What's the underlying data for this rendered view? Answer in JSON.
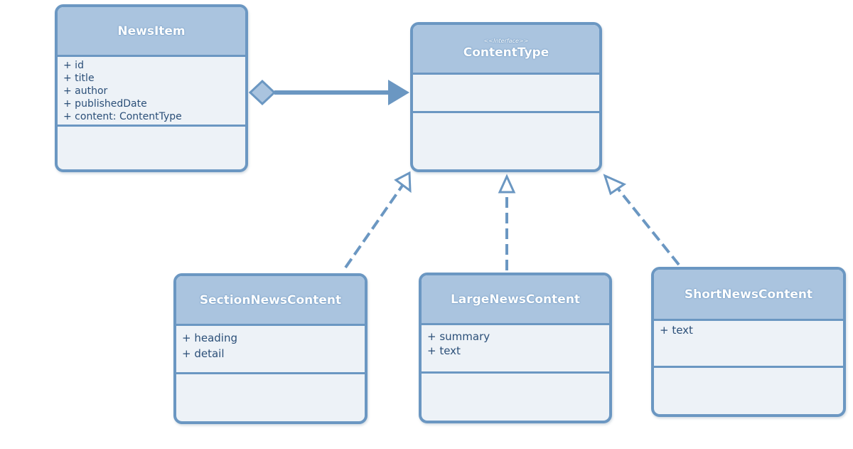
{
  "classes": {
    "news_item": {
      "name": "NewsItem",
      "attributes": [
        "+ id",
        "+ title",
        "+ author",
        "+ publishedDate",
        "+ content: ContentType"
      ]
    },
    "content_type": {
      "stereotype": "<<Interface>>",
      "name": "ContentType"
    },
    "section_news_content": {
      "name": "SectionNewsContent",
      "attributes": [
        "+ heading",
        "+ detail"
      ]
    },
    "large_news_content": {
      "name": "LargeNewsContent",
      "attributes": [
        "+ summary",
        "+ text"
      ]
    },
    "short_news_content": {
      "name": "ShortNewsContent",
      "attributes": [
        "+ text"
      ]
    }
  },
  "colors": {
    "border": "#6b97c2",
    "header_fill": "#aac4df",
    "body_fill": "#edf2f7",
    "text": "#2b4f78"
  }
}
